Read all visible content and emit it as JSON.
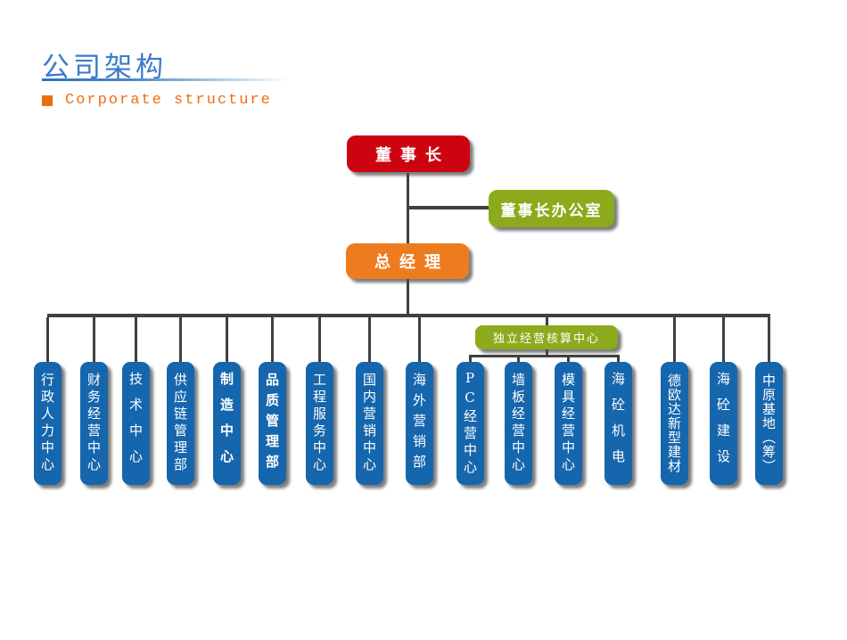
{
  "header": {
    "title": "公司架构",
    "subtitle": "Corporate structure",
    "bullet_icon": "orange-square"
  },
  "org_chart": {
    "chairman": "董事长",
    "chairman_office": "董事长办公室",
    "general_manager": "总经理",
    "independent_accounting_center": "独立经营核算中心",
    "departments": [
      {
        "label": "行政人力中心",
        "bold": false,
        "parent": "总经理"
      },
      {
        "label": "财务经营中心",
        "bold": false,
        "parent": "总经理"
      },
      {
        "label": "技术中心",
        "bold": false,
        "parent": "总经理"
      },
      {
        "label": "供应链管理部",
        "bold": false,
        "parent": "总经理"
      },
      {
        "label": "制造中心",
        "bold": true,
        "parent": "总经理"
      },
      {
        "label": "品质管理部",
        "bold": true,
        "parent": "总经理"
      },
      {
        "label": "工程服务中心",
        "bold": false,
        "parent": "总经理"
      },
      {
        "label": "国内营销中心",
        "bold": false,
        "parent": "总经理"
      },
      {
        "label": "海外营销部",
        "bold": false,
        "parent": "总经理"
      },
      {
        "label": "PC经营中心",
        "bold": false,
        "parent": "独立经营核算中心"
      },
      {
        "label": "墙板经营中心",
        "bold": false,
        "parent": "独立经营核算中心"
      },
      {
        "label": "模具经营中心",
        "bold": false,
        "parent": "独立经营核算中心"
      },
      {
        "label": "海砼机电",
        "bold": false,
        "parent": "独立经营核算中心"
      },
      {
        "label": "德欧达新型建材",
        "bold": false,
        "parent": "总经理"
      },
      {
        "label": "海砼建设",
        "bold": false,
        "parent": "总经理"
      },
      {
        "label": "中原基地（筹）",
        "bold": false,
        "parent": "总经理"
      }
    ]
  },
  "colors": {
    "chairman_red": "#CC0410",
    "general_manager_orange": "#ED7C1F",
    "office_green": "#8CAB1C",
    "department_blue": "#1566AD",
    "connector_gray": "#404040",
    "title_blue": "#3B7AC9",
    "subtitle_orange": "#ED6E14",
    "underline_blue": "#2E74B5"
  }
}
